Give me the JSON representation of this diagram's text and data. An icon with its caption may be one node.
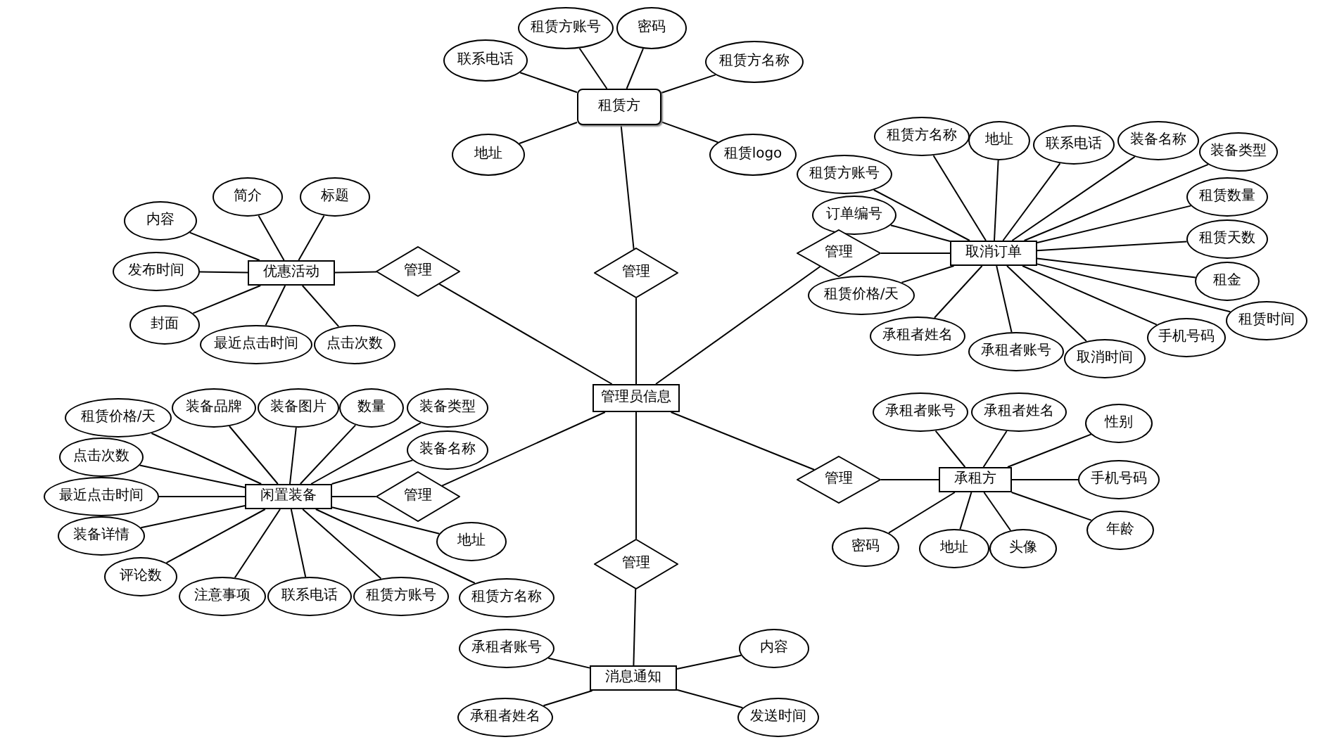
{
  "diagram": {
    "nodes": [
      {
        "text": [
          "租赁方"
        ]
      },
      {
        "text": [
          "联系电话"
        ]
      },
      {
        "text": [
          "租赁方账号"
        ]
      },
      {
        "text": [
          "密码"
        ]
      },
      {
        "text": [
          "租赁方名称"
        ]
      },
      {
        "text": [
          "地址"
        ]
      },
      {
        "text": [
          "租赁logo"
        ]
      },
      {
        "text": [
          "管理"
        ]
      },
      {
        "text": [
          "优惠活动"
        ]
      },
      {
        "text": [
          "简介"
        ]
      },
      {
        "text": [
          "标题"
        ]
      },
      {
        "text": [
          "内容"
        ]
      },
      {
        "text": [
          "发布时间"
        ]
      },
      {
        "text": [
          "封面"
        ]
      },
      {
        "text": [
          "最近点击时间"
        ]
      },
      {
        "text": [
          "点击次数"
        ]
      },
      {
        "text": [
          "管理"
        ]
      },
      {
        "text": [
          "取消订单"
        ]
      },
      {
        "text": [
          "租赁方名称"
        ]
      },
      {
        "text": [
          "租赁方账号"
        ]
      },
      {
        "text": [
          "地址"
        ]
      },
      {
        "text": [
          "联系电话"
        ]
      },
      {
        "text": [
          "装备名称"
        ]
      },
      {
        "text": [
          "装备类型"
        ]
      },
      {
        "text": [
          "订单编号"
        ]
      },
      {
        "text": [
          "租赁数量"
        ]
      },
      {
        "text": [
          "租赁天数"
        ]
      },
      {
        "text": [
          "租金"
        ]
      },
      {
        "text": [
          "租赁时间"
        ]
      },
      {
        "text": [
          "租赁价格/天"
        ]
      },
      {
        "text": [
          "承租者姓名"
        ]
      },
      {
        "text": [
          "承租者账号"
        ]
      },
      {
        "text": [
          "取消时间"
        ]
      },
      {
        "text": [
          "手机号码"
        ]
      },
      {
        "text": [
          "管理"
        ]
      },
      {
        "text": [
          "管理员信息"
        ]
      },
      {
        "text": [
          "闲置装备"
        ]
      },
      {
        "text": [
          "租赁价格/天"
        ]
      },
      {
        "text": [
          "装备品牌"
        ]
      },
      {
        "text": [
          "装备图片"
        ]
      },
      {
        "text": [
          "数量"
        ]
      },
      {
        "text": [
          "装备类型"
        ]
      },
      {
        "text": [
          "装备名称"
        ]
      },
      {
        "text": [
          "点击次数"
        ]
      },
      {
        "text": [
          "最近点击时间"
        ]
      },
      {
        "text": [
          "装备详情"
        ]
      },
      {
        "text": [
          "评论数"
        ]
      },
      {
        "text": [
          "注意事项"
        ]
      },
      {
        "text": [
          "联系电话"
        ]
      },
      {
        "text": [
          "租赁方账号"
        ]
      },
      {
        "text": [
          "租赁方名称"
        ]
      },
      {
        "text": [
          "地址"
        ]
      },
      {
        "text": [
          "管理"
        ]
      },
      {
        "text": [
          "承租方"
        ]
      },
      {
        "text": [
          "承租者账号"
        ]
      },
      {
        "text": [
          "承租者姓名"
        ]
      },
      {
        "text": [
          "性别"
        ]
      },
      {
        "text": [
          "手机号码"
        ]
      },
      {
        "text": [
          "年龄"
        ]
      },
      {
        "text": [
          "密码"
        ]
      },
      {
        "text": [
          "地址"
        ]
      },
      {
        "text": [
          "头像"
        ]
      },
      {
        "text": [
          "管理"
        ]
      },
      {
        "text": [
          "管理"
        ]
      },
      {
        "text": [
          "消息通知"
        ]
      },
      {
        "text": [
          "承租者账号"
        ]
      },
      {
        "text": [
          "承租者姓名"
        ]
      },
      {
        "text": [
          "内容"
        ]
      },
      {
        "text": [
          "发送时间"
        ]
      }
    ],
    "edges": [
      {
        "from": 1,
        "to": 0,
        "arrow": "none"
      },
      {
        "from": 2,
        "to": 0,
        "arrow": "none"
      },
      {
        "from": 3,
        "to": 0,
        "arrow": "none"
      },
      {
        "from": 4,
        "to": 0,
        "arrow": "none"
      },
      {
        "from": 5,
        "to": 0,
        "arrow": "none"
      },
      {
        "from": 6,
        "to": 0,
        "arrow": "none"
      },
      {
        "from": 0,
        "to": 7,
        "arrow": "none"
      },
      {
        "from": 7,
        "to": 35,
        "arrow": "none"
      },
      {
        "from": 9,
        "to": 8,
        "arrow": "none"
      },
      {
        "from": 10,
        "to": 8,
        "arrow": "none"
      },
      {
        "from": 11,
        "to": 8,
        "arrow": "none"
      },
      {
        "from": 12,
        "to": 8,
        "arrow": "none"
      },
      {
        "from": 13,
        "to": 8,
        "arrow": "none"
      },
      {
        "from": 14,
        "to": 8,
        "arrow": "none"
      },
      {
        "from": 15,
        "to": 8,
        "arrow": "none"
      },
      {
        "from": 8,
        "to": 16,
        "arrow": "none"
      },
      {
        "from": 16,
        "to": 35,
        "arrow": "none"
      },
      {
        "from": 18,
        "to": 17,
        "arrow": "none"
      },
      {
        "from": 19,
        "to": 17,
        "arrow": "none"
      },
      {
        "from": 20,
        "to": 17,
        "arrow": "none"
      },
      {
        "from": 21,
        "to": 17,
        "arrow": "none"
      },
      {
        "from": 22,
        "to": 17,
        "arrow": "none"
      },
      {
        "from": 23,
        "to": 17,
        "arrow": "none"
      },
      {
        "from": 24,
        "to": 17,
        "arrow": "none"
      },
      {
        "from": 25,
        "to": 17,
        "arrow": "none"
      },
      {
        "from": 26,
        "to": 17,
        "arrow": "none"
      },
      {
        "from": 27,
        "to": 17,
        "arrow": "none"
      },
      {
        "from": 28,
        "to": 17,
        "arrow": "none"
      },
      {
        "from": 29,
        "to": 17,
        "arrow": "none"
      },
      {
        "from": 30,
        "to": 17,
        "arrow": "none"
      },
      {
        "from": 31,
        "to": 17,
        "arrow": "none"
      },
      {
        "from": 32,
        "to": 17,
        "arrow": "none"
      },
      {
        "from": 33,
        "to": 17,
        "arrow": "none"
      },
      {
        "from": 34,
        "to": 17,
        "arrow": "none"
      },
      {
        "from": 35,
        "to": 34,
        "arrow": "none"
      },
      {
        "from": 37,
        "to": 36,
        "arrow": "none"
      },
      {
        "from": 38,
        "to": 36,
        "arrow": "none"
      },
      {
        "from": 39,
        "to": 36,
        "arrow": "none"
      },
      {
        "from": 40,
        "to": 36,
        "arrow": "none"
      },
      {
        "from": 41,
        "to": 36,
        "arrow": "none"
      },
      {
        "from": 42,
        "to": 36,
        "arrow": "none"
      },
      {
        "from": 43,
        "to": 36,
        "arrow": "none"
      },
      {
        "from": 44,
        "to": 36,
        "arrow": "none"
      },
      {
        "from": 45,
        "to": 36,
        "arrow": "none"
      },
      {
        "from": 46,
        "to": 36,
        "arrow": "none"
      },
      {
        "from": 47,
        "to": 36,
        "arrow": "none"
      },
      {
        "from": 48,
        "to": 36,
        "arrow": "none"
      },
      {
        "from": 49,
        "to": 36,
        "arrow": "none"
      },
      {
        "from": 50,
        "to": 36,
        "arrow": "none"
      },
      {
        "from": 51,
        "to": 36,
        "arrow": "none"
      },
      {
        "from": 36,
        "to": 52,
        "arrow": "none"
      },
      {
        "from": 52,
        "to": 35,
        "arrow": "none"
      },
      {
        "from": 54,
        "to": 53,
        "arrow": "none"
      },
      {
        "from": 55,
        "to": 53,
        "arrow": "none"
      },
      {
        "from": 56,
        "to": 53,
        "arrow": "none"
      },
      {
        "from": 57,
        "to": 53,
        "arrow": "none"
      },
      {
        "from": 58,
        "to": 53,
        "arrow": "none"
      },
      {
        "from": 59,
        "to": 53,
        "arrow": "none"
      },
      {
        "from": 60,
        "to": 53,
        "arrow": "none"
      },
      {
        "from": 61,
        "to": 53,
        "arrow": "none"
      },
      {
        "from": 62,
        "to": 53,
        "arrow": "none"
      },
      {
        "from": 35,
        "to": 62,
        "arrow": "none"
      },
      {
        "from": 35,
        "to": 63,
        "arrow": "none"
      },
      {
        "from": 63,
        "to": 64,
        "arrow": "none"
      },
      {
        "from": 65,
        "to": 64,
        "arrow": "none"
      },
      {
        "from": 66,
        "to": 64,
        "arrow": "none"
      },
      {
        "from": 67,
        "to": 64,
        "arrow": "none"
      },
      {
        "from": 68,
        "to": 64,
        "arrow": "none"
      }
    ]
  }
}
